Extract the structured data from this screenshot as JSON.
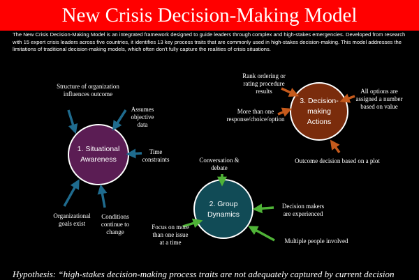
{
  "title": "New Crisis Decision-Making Model",
  "intro": "The New Crisis Decision-Making Model is an integrated framework designed to guide leaders through complex and high-stakes emergencies. Developed from research with 15 expert crisis leaders across five countries, it identifies 13 key process traits that are commonly used in high-stakes decision-making. This model addresses the limitations of traditional decision-making models, which often don't fully capture the realities of crisis situations.",
  "nodes": {
    "situational": {
      "line1": "1. Situational",
      "line2": "Awareness",
      "color": "#5b1d54"
    },
    "group": {
      "line1": "2. Group",
      "line2": "Dynamics",
      "color": "#114b56"
    },
    "actions": {
      "line1": "3. Decision-",
      "line2": "making",
      "line3": "Actions",
      "color": "#7a2c0c"
    }
  },
  "notes": {
    "structure": "Structure of organization influences outcome",
    "objective": "Assumes objective data",
    "time": "Time constraints",
    "conditions": "Conditions continue to change",
    "org_goals": "Organizational goals exist",
    "conversation": "Conversation & debate",
    "experienced": "Decision makers are experienced",
    "multiple_people": "Multiple people involved",
    "focus": "Focus on more than one issue at a time",
    "rank": "Rank ordering or rating procedure results",
    "all_options": "All options are assigned a number based on value",
    "more_than_one": "More than one response/choice/option",
    "outcome": "Outcome decision based on a plot"
  },
  "hypothesis": "Hypothesis: “high-stakes decision-making process traits are not adequately captured by current decision",
  "colors": {
    "title_bar": "#ff0000",
    "arrow_situational": "#1f6b8e",
    "arrow_group": "#4fb337",
    "arrow_actions": "#c55a1c"
  }
}
